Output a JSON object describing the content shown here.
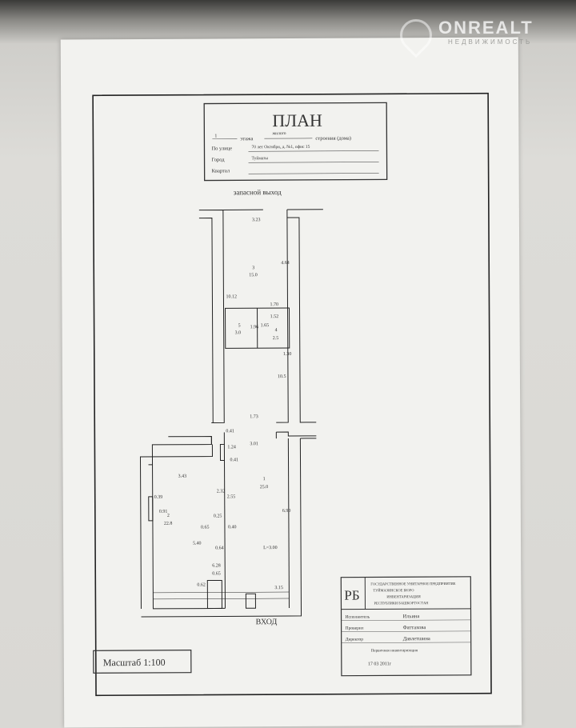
{
  "watermark": {
    "brand": "ONREALT",
    "subtitle": "НЕДВИЖИМОСТЬ"
  },
  "title_block": {
    "title": "ПЛАН",
    "floor_value": "1",
    "floor_label": "этажа",
    "building_type_value": "жилого",
    "building_label": "строения (дома)",
    "street_label": "По улице",
    "street_value": "70 лет Октября, д. №1, офис 15",
    "city_label": "Город",
    "city_value": "Туймазы",
    "block_label": "Квартал",
    "block_value": ""
  },
  "plan": {
    "emergency_exit": "запасной выход",
    "entrance": "ВХОД",
    "labels": [
      "3.23",
      "3",
      "15.0",
      "4.64",
      "10.12",
      "1.70",
      "1.52",
      "5",
      "3.0",
      "1.96",
      "1.65",
      "4",
      "2.5",
      "1.30",
      "10.5",
      "1.73",
      "0.41",
      "1.24",
      "3.01",
      "0.41",
      "1",
      "25.0",
      "3.43",
      "0.39",
      "2.32",
      "2",
      "22.8",
      "0.91",
      "2.55",
      "6.90",
      "0.25",
      "0.40",
      "0.65",
      "0.64",
      "5.40",
      "L=3.00",
      "6.28",
      "0.65",
      "0.62",
      "3.15"
    ]
  },
  "stamp": {
    "emblem": "РБ",
    "org_lines": [
      "ГОСУДАРСТВЕННОЕ УНИТАРНОЕ ПРЕДПРИЯТИЕ",
      "ТУЙМАЗИНСКОЕ БЮРО",
      "ИНВЕНТАРИЗАЦИИ",
      "РЕСПУБЛИКИ БАШКОРТОСТАН"
    ],
    "executor_label": "Исполнитель",
    "executor": "Ильина",
    "checked_label": "Проверил",
    "checked": "Фаттахова",
    "director_label": "Директор",
    "director": "Давлетшина",
    "note": "Первичная инвентаризация",
    "date": "17   03   2011г"
  },
  "scale": "Масштаб 1:100"
}
